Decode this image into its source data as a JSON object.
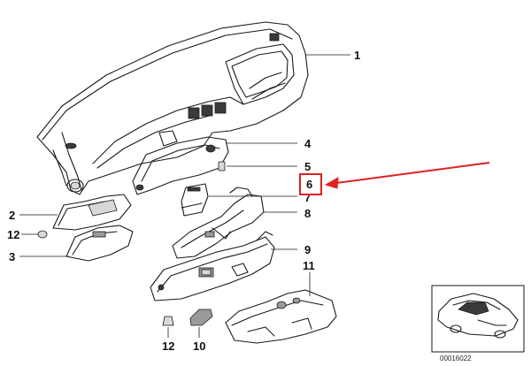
{
  "diagram": {
    "highlight_color": "#e02020",
    "callouts": [
      {
        "id": "1",
        "label": "1"
      },
      {
        "id": "4",
        "label": "4"
      },
      {
        "id": "5",
        "label": "5"
      },
      {
        "id": "6",
        "label": "6"
      },
      {
        "id": "7",
        "label": "7"
      },
      {
        "id": "8",
        "label": "8"
      },
      {
        "id": "9",
        "label": "9"
      },
      {
        "id": "11",
        "label": "11"
      },
      {
        "id": "2",
        "label": "2"
      },
      {
        "id": "12a",
        "label": "12"
      },
      {
        "id": "3",
        "label": "3"
      },
      {
        "id": "12b",
        "label": "12"
      },
      {
        "id": "10",
        "label": "10"
      }
    ],
    "reference_number": "00016022"
  }
}
